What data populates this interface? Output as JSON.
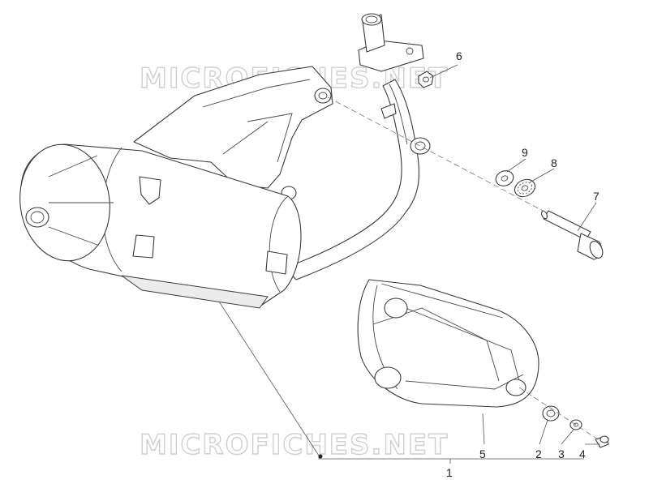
{
  "watermark": {
    "top_text": "MICROFICHES.NET",
    "bottom_text": "MICROFICHES.NET"
  },
  "callouts": {
    "c1": "1",
    "c2": "2",
    "c3": "3",
    "c4": "4",
    "c5": "5",
    "c6": "6",
    "c7": "7",
    "c8": "8",
    "c9": "9"
  }
}
